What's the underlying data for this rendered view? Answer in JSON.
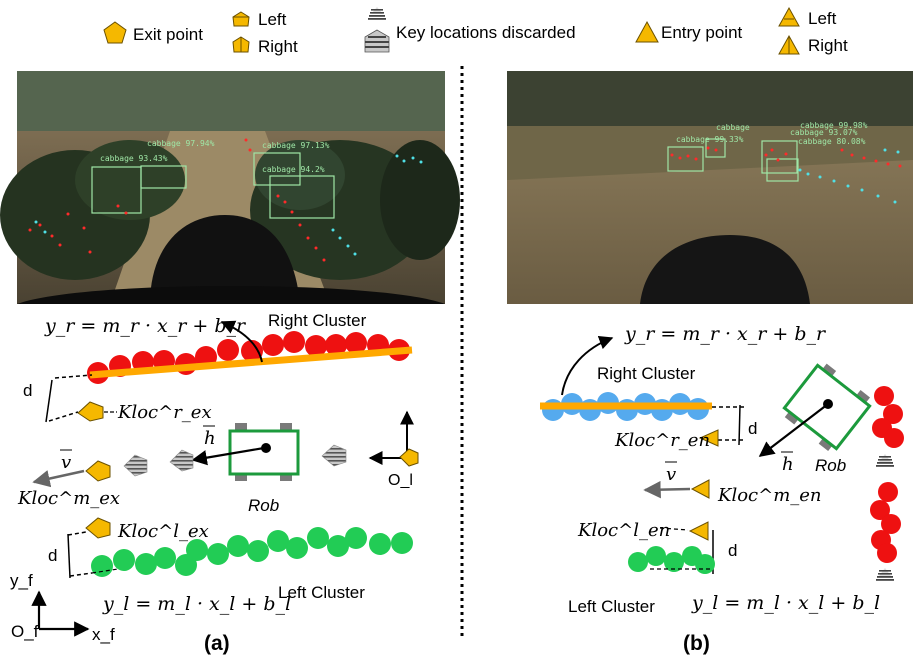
{
  "legend": {
    "exit_point": "Exit point",
    "exit_left": "Left",
    "exit_right": "Right",
    "discarded": "Key locations discarded",
    "entry_point": "Entry point",
    "entry_left": "Left",
    "entry_right": "Right"
  },
  "colors": {
    "right_cluster": "#ee1111",
    "left_cluster": "#22cc55",
    "panel_b_right_cluster": "#55aaee",
    "line_fit": "#ffa800",
    "key_location": "#f5b800",
    "robot": "#1c9a3c",
    "wheel": "#808080",
    "discarded_marker": "#999999"
  },
  "panel_a": {
    "photo_labels": [
      "cabbage 97.94%",
      "cabbage 93.43%",
      "cabbage 97.13%",
      "cabbage 94.2%"
    ],
    "eq_right": "y_r = m_r · x_r + b_r",
    "right_cluster": "Right Cluster",
    "d_top": "d",
    "kloc_right_ex": "Kloc^r_ex",
    "kloc_mid_ex": "Kloc^m_ex",
    "kloc_left_ex": "Kloc^l_ex",
    "heading": "h",
    "velocity": "v",
    "robot": "Rob",
    "origin_local": "O_l",
    "d_bottom": "d",
    "eq_left": "y_l = m_l · x_l + b_l",
    "left_cluster": "Left Cluster",
    "axis_y": "y_f",
    "axis_x": "x_f",
    "origin_frame": "O_f",
    "caption": "(a)"
  },
  "panel_b": {
    "photo_labels": [
      "cabbage 99.98%",
      "cabbage 93.07%",
      "cabbage 99.33%",
      "cabbage 80.08%",
      "cabbage"
    ],
    "eq_right": "y_r = m_r · x_r + b_r",
    "right_cluster": "Right Cluster",
    "d_top": "d",
    "kloc_right_en": "Kloc^r_en",
    "kloc_mid_en": "Kloc^m_en",
    "kloc_left_en": "Kloc^l_en",
    "heading": "h",
    "velocity": "v",
    "robot": "Rob",
    "d_bottom": "d",
    "left_cluster": "Left Cluster",
    "eq_left": "y_l = m_l · x_l + b_l",
    "caption": "(b)"
  }
}
